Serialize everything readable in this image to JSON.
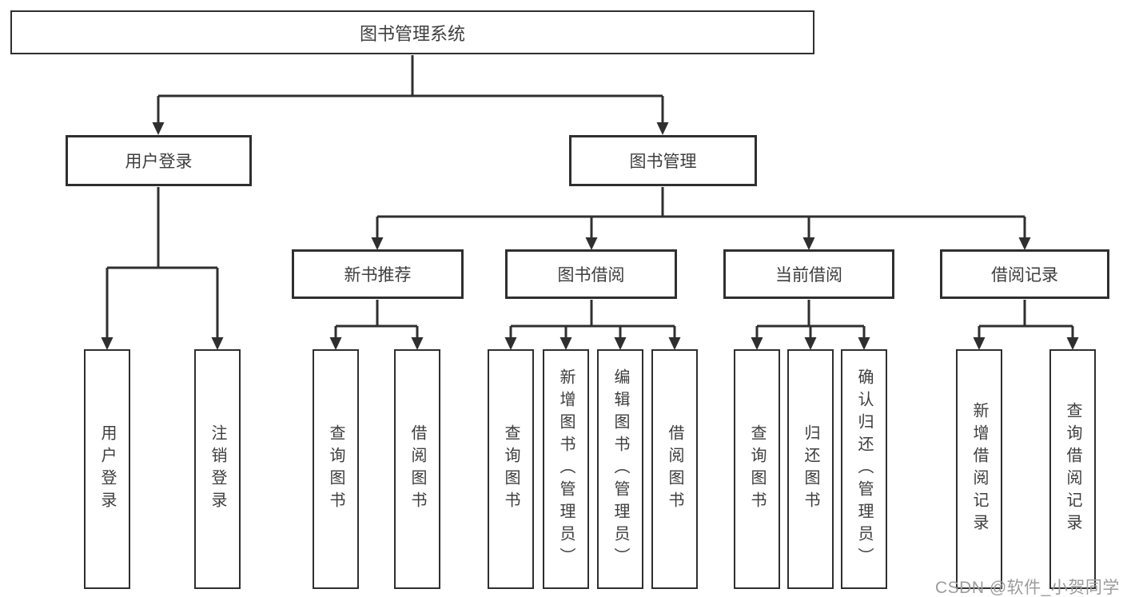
{
  "diagram": {
    "root": {
      "label": "图书管理系统"
    },
    "level2": [
      {
        "label": "用户登录"
      },
      {
        "label": "图书管理"
      }
    ],
    "level3": [
      {
        "label": "新书推荐"
      },
      {
        "label": "图书借阅"
      },
      {
        "label": "当前借阅"
      },
      {
        "label": "借阅记录"
      }
    ],
    "leaves": {
      "user_login": [
        "用户登录",
        "注销登录"
      ],
      "new_book": [
        "查询图书",
        "借阅图书"
      ],
      "book_borrow": [
        "查询图书",
        "新增图书（管理员）",
        "编辑图书（管理员）",
        "借阅图书"
      ],
      "current_borrow": [
        "查询图书",
        "归还图书",
        "确认归还（管理员）"
      ],
      "borrow_records": [
        "新增借阅记录",
        "查询借阅记录"
      ]
    }
  },
  "watermark": {
    "text": "CSDN @软件_小贺同学"
  },
  "colors": {
    "line": "#2f2f2f",
    "text": "#3d3d3d",
    "watermark": "#9c9c9c",
    "background": "#ffffff"
  }
}
